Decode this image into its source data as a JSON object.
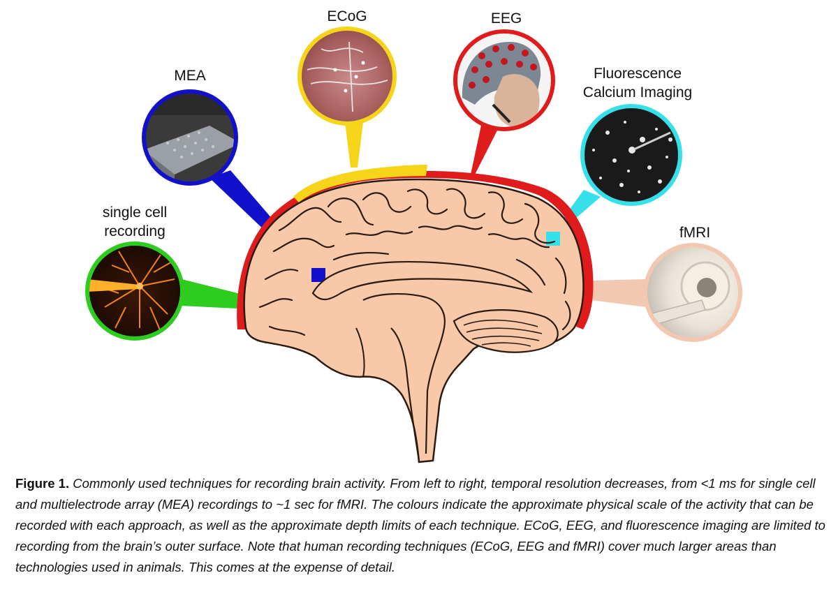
{
  "labels": {
    "single_cell": [
      "single cell",
      "recording"
    ],
    "mea": "MEA",
    "ecog": "ECoG",
    "eeg": "EEG",
    "fluorescence": [
      "Fluorescence",
      "Calcium Imaging"
    ],
    "fmri": "fMRI"
  },
  "colors": {
    "single_cell": "#2ecc1f",
    "mea": "#1111cc",
    "ecog": "#f5d419",
    "eeg": "#e01b1b",
    "fluorescence": "#35e0e8",
    "fmri": "#f2c8b0",
    "brain_fill": "#f7c9a8",
    "brain_outline": "#2a1a10"
  },
  "caption": {
    "title": "Figure 1.",
    "text": "Commonly used techniques for recording brain activity. From left to right, temporal resolution decreases, from <1 ms for single cell and multielectrode array (MEA) recordings to ~1 sec for fMRI. The colours indicate the approximate physical scale of the activity that can be recorded with each approach, as well as the approximate depth limits of each technique. ECoG, EEG, and fluorescence imaging are limited to recording from the brain’s outer surface. Note that human recording techniques (ECoG, EEG and fMRI) cover much larger areas than technologies used in animals. This comes at the expense of detail."
  }
}
